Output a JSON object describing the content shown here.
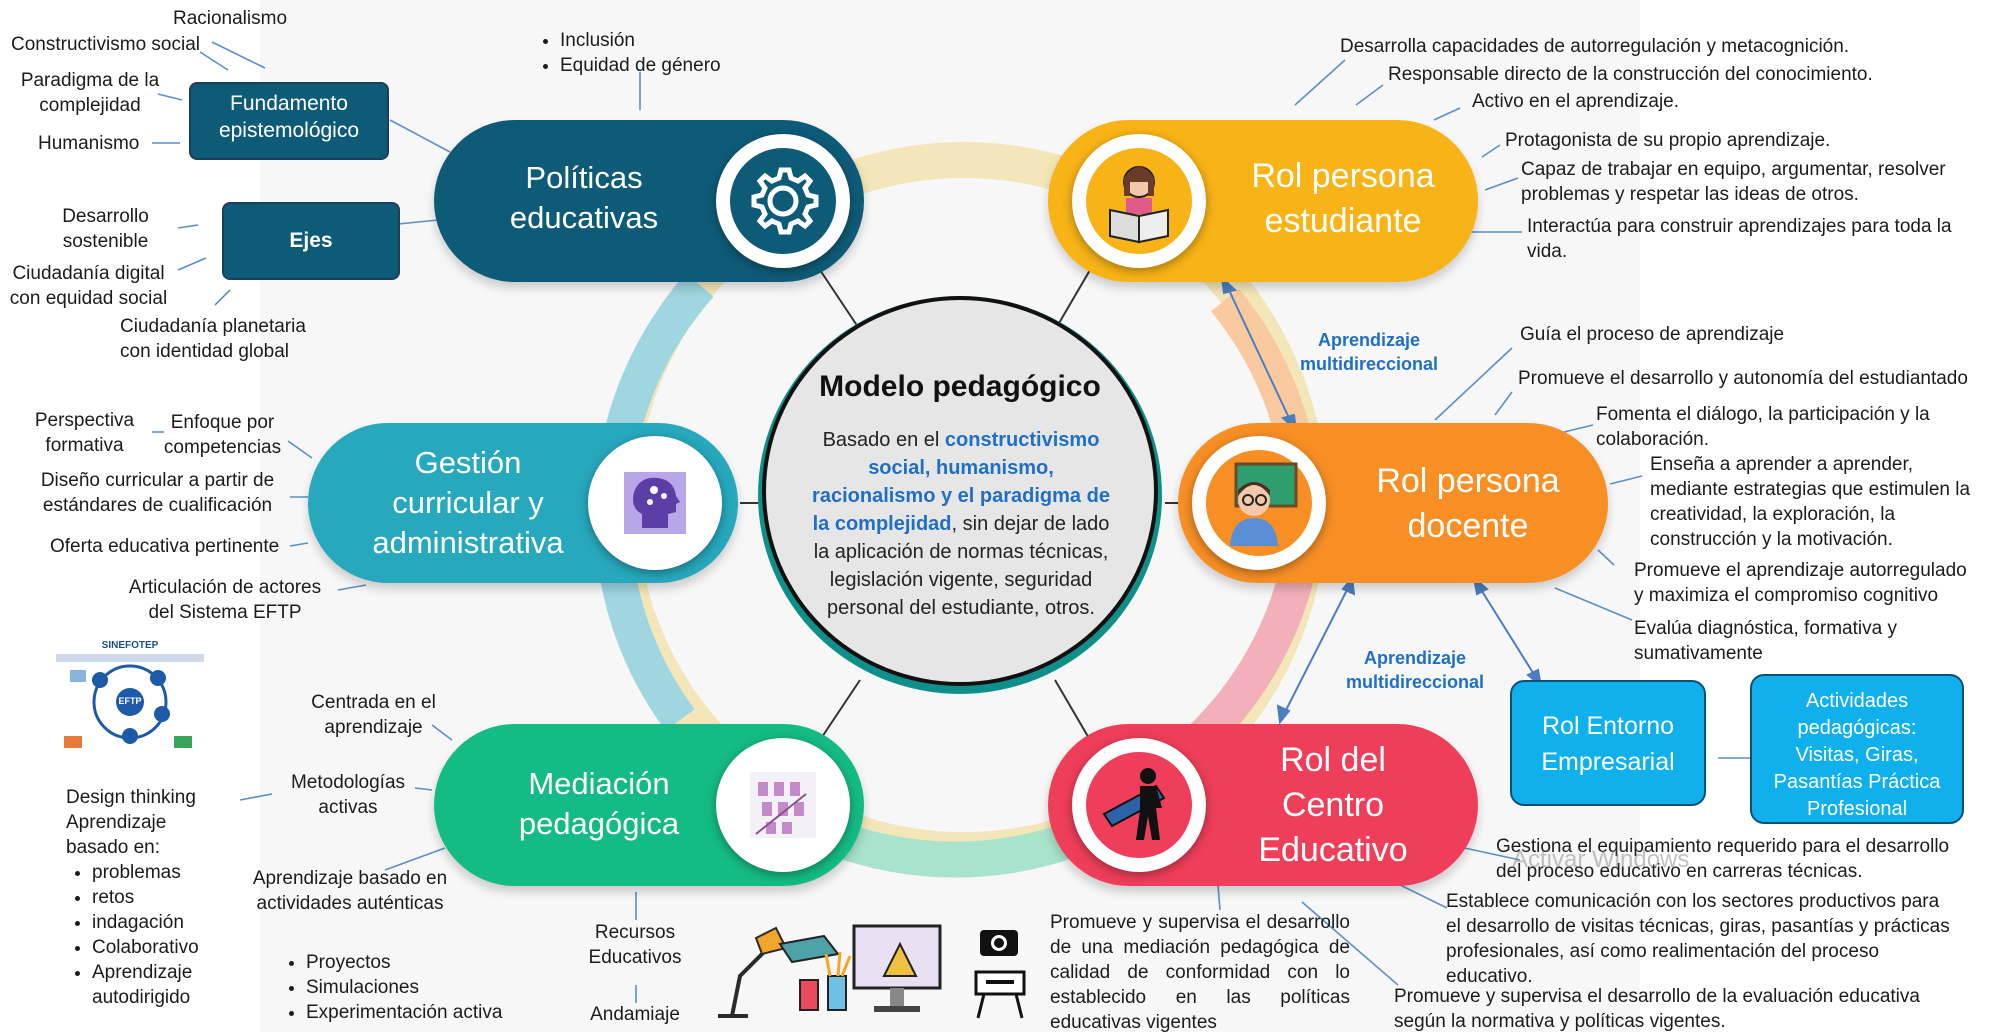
{
  "center": {
    "title": "Modelo pedagógico",
    "t1": "Basado en el ",
    "t2": "constructivismo social, humanismo, racionalismo y el paradigma de la complejidad",
    "t3": ", sin dejar de lado la aplicación de normas técnicas, legislación vigente, seguridad personal del estudiante, otros."
  },
  "pills": {
    "politicas": "Políticas\neducativas",
    "estudiante": "Rol persona\nestudiante",
    "gestion": "Gestión\ncurricular y\nadministrativa",
    "docente": "Rol persona\ndocente",
    "mediacion": "Mediación\npedagógica",
    "centro": "Rol del\nCentro\nEducativo"
  },
  "icons": {
    "politicas": "gear-icon",
    "estudiante": "student-reading-icon",
    "gestion": "head-thinking-icon",
    "docente": "teacher-icon",
    "mediacion": "classroom-icon",
    "centro": "worker-icon"
  },
  "boxes": {
    "fundamento": "Fundamento\nepistemológico",
    "ejes": "Ejes",
    "rol_entorno": "Rol Entorno\nEmpresarial",
    "actividades": "Actividades\npedagógicas:\nVisitas, Giras,\nPasantías Práctica\nProfesional"
  },
  "arrows": {
    "a1": "Aprendizaje\nmultidireccional",
    "a2": "Aprendizaje\nmultidireccional"
  },
  "left": {
    "racionalismo": "Racionalismo",
    "constructivismo": "Constructivismo social",
    "paradigma": "Paradigma de la\ncomplejidad",
    "humanismo": "Humanismo",
    "desarrollo": "Desarrollo\nsostenible",
    "ciudadania_digital": "Ciudadanía digital\ncon equidad social",
    "ciudadania_planetaria": "Ciudadanía planetaria\ncon identidad global",
    "perspectiva": "Perspectiva\nformativa",
    "enfoque": "Enfoque por\ncompetencias",
    "diseno": "Diseño curricular a partir de\nestándares de cualificación",
    "oferta": "Oferta educativa pertinente",
    "articulacion": "Articulación de actores\ndel Sistema EFTP",
    "centrada": "Centrada en el\naprendizaje",
    "metodologias": "Metodologías\nactivas",
    "design": "Design thinking\nAprendizaje\nbasado en:",
    "design_items": [
      "problemas",
      "retos",
      "indagación",
      "Colaborativo",
      "Aprendizaje autodirigido"
    ],
    "autenticas": "Aprendizaje basado en\nactividades auténticas",
    "autenticas_items": [
      "Proyectos",
      "Simulaciones",
      "Experimentación activa"
    ],
    "recursos": "Recursos\nEducativos",
    "andamiaje": "Andamiaje"
  },
  "top": {
    "items": [
      "Inclusión",
      "Equidad de género"
    ]
  },
  "sinefotep": {
    "title": "SINEFOTEP",
    "center": "EFTP"
  },
  "right": {
    "est1": "Desarrolla capacidades de autorregulación y metacognición.",
    "est2": "Responsable directo de la construcción del conocimiento.",
    "est3": "Activo en el aprendizaje.",
    "est4": "Protagonista de su propio aprendizaje.",
    "est5": "Capaz de trabajar en equipo, argumentar, resolver\nproblemas y respetar las ideas de otros.",
    "est6": "Interactúa para construir aprendizajes para toda la\nvida.",
    "doc1": "Guía el proceso de aprendizaje",
    "doc2": "Promueve el desarrollo y autonomía del estudiantado",
    "doc3": "Fomenta el diálogo, la participación y la\ncolaboración.",
    "doc4": "Enseña a aprender a aprender,\nmediante estrategias que estimulen la\ncreatividad,  la exploración, la\nconstrucción y la motivación.",
    "doc5": "Promueve el aprendizaje autorregulado\ny maximiza el compromiso cognitivo",
    "doc6": "Evalúa diagnóstica, formativa y\nsumativamente",
    "cen1": "Gestiona el equipamiento requerido para el desarrollo\ndel proceso educativo en carreras técnicas.",
    "cen2": "Establece comunicación con los sectores  productivos para\nel desarrollo de visitas técnicas, giras, pasantías y prácticas\nprofesionales, así como realimentación del proceso\neducativo.",
    "cen3": "Promueve y supervisa el desarrollo de la evaluación educativa\nsegún la normativa y políticas vigentes.",
    "med": "Promueve y supervisa el desarrollo de una mediación pedagógica de calidad de conformidad con lo establecido en las políticas educativas vigentes"
  },
  "watermark": "Activar Windows",
  "colors": {
    "politicas": "#0e5b78",
    "estudiante": "#f8b317",
    "gestion": "#27a8bd",
    "docente": "#f88f25",
    "mediacion": "#14bb84",
    "centro": "#ef3e5a",
    "accent_blue": "#1f6fc6",
    "cyan_box": "#0fb0ec"
  }
}
